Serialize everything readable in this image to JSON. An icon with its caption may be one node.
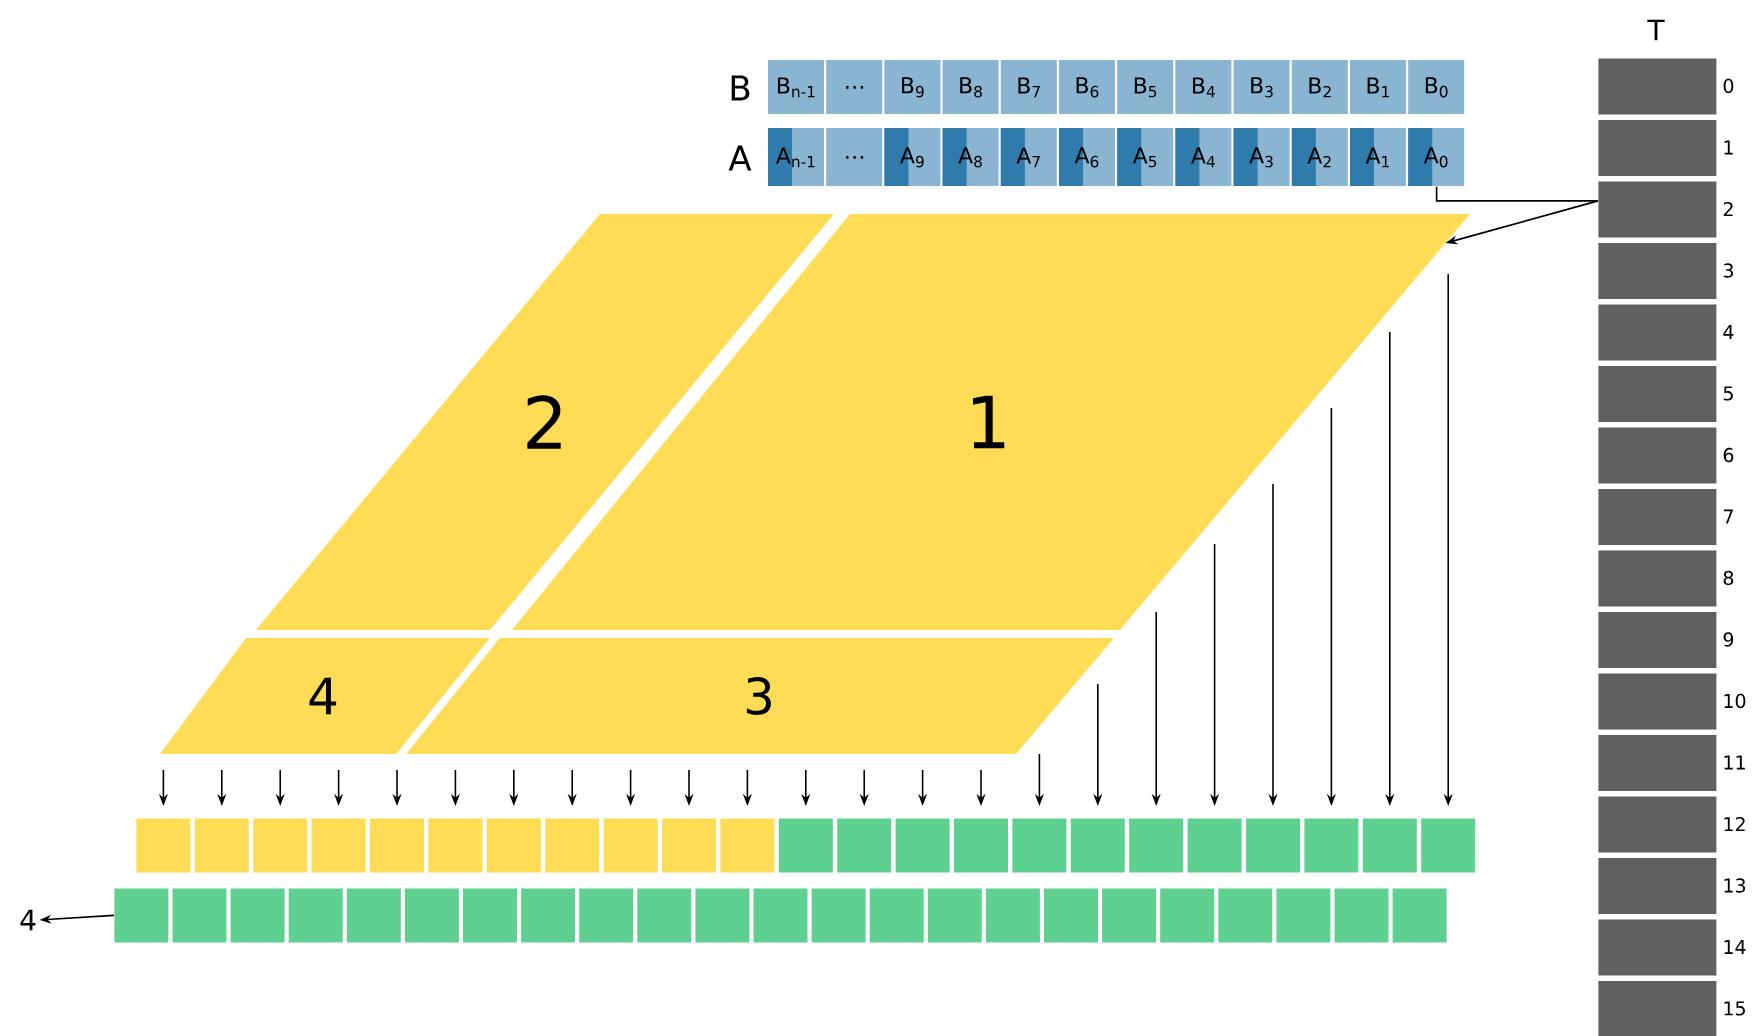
{
  "diagram": {
    "nodes": [
      {
        "text": [
          "B$_{n-1}$"
        ]
      },
      {
        "text": [
          "…"
        ]
      },
      {
        "text": [
          "B$_{9}$"
        ]
      },
      {
        "text": [
          "B$_{8}$"
        ]
      },
      {
        "text": [
          "B$_{7}$"
        ]
      },
      {
        "text": [
          "B$_{6}$"
        ]
      },
      {
        "text": [
          "B$_{5}$"
        ]
      },
      {
        "text": [
          "B$_{4}$"
        ]
      },
      {
        "text": [
          "B$_{3}$"
        ]
      },
      {
        "text": [
          "B$_{2}$"
        ]
      },
      {
        "text": [
          "B$_{1}$"
        ]
      },
      {
        "text": [
          "B$_{0}$"
        ]
      },
      {
        "text": [
          "A$_{n-1}$"
        ]
      },
      {
        "text": [
          "…"
        ]
      },
      {
        "text": [
          "A$_{9}$"
        ]
      },
      {
        "text": [
          "A$_{8}$"
        ]
      },
      {
        "text": [
          "A$_{7}$"
        ]
      },
      {
        "text": [
          "A$_{6}$"
        ]
      },
      {
        "text": [
          "A$_{5}$"
        ]
      },
      {
        "text": [
          "A$_{4}$"
        ]
      },
      {
        "text": [
          "A$_{3}$"
        ]
      },
      {
        "text": [
          "A$_{2}$"
        ]
      },
      {
        "text": [
          "A$_{1}$"
        ]
      },
      {
        "text": [
          "A$_{0}$"
        ]
      },
      {
        "text": [
          "2"
        ]
      },
      {
        "text": [
          "1"
        ]
      },
      {
        "text": [
          "4"
        ]
      },
      {
        "text": [
          "3"
        ]
      },
      {
        "text": [],
        "shape": "box",
        "beside": [
          "0"
        ]
      },
      {
        "text": [],
        "shape": "box",
        "beside": [
          "1"
        ]
      },
      {
        "text": [],
        "shape": "box",
        "beside": [
          "2"
        ]
      },
      {
        "text": [],
        "shape": "box",
        "beside": [
          "3"
        ]
      },
      {
        "text": [],
        "shape": "box",
        "beside": [
          "4"
        ]
      },
      {
        "text": [],
        "shape": "box",
        "beside": [
          "5"
        ]
      },
      {
        "text": [],
        "shape": "box",
        "beside": [
          "6"
        ]
      },
      {
        "text": [],
        "shape": "box",
        "beside": [
          "7"
        ]
      },
      {
        "text": [],
        "shape": "box",
        "beside": [
          "8"
        ]
      },
      {
        "text": [],
        "shape": "box",
        "beside": [
          "9"
        ]
      },
      {
        "text": [],
        "shape": "box",
        "beside": [
          "10"
        ]
      },
      {
        "text": [],
        "shape": "box",
        "beside": [
          "11"
        ]
      },
      {
        "text": [],
        "shape": "box",
        "beside": [
          "12"
        ]
      },
      {
        "text": [],
        "shape": "box",
        "beside": [
          "13"
        ]
      },
      {
        "text": [],
        "shape": "box",
        "beside": [
          "14"
        ]
      },
      {
        "text": [],
        "shape": "box",
        "beside": [
          "15"
        ]
      },
      {
        "text": [],
        "shape": "box"
      },
      {
        "text": [],
        "shape": "box"
      },
      {
        "text": [],
        "shape": "box"
      },
      {
        "text": [],
        "shape": "box"
      },
      {
        "text": [],
        "shape": "box"
      },
      {
        "text": [],
        "shape": "box"
      },
      {
        "text": [],
        "shape": "box"
      },
      {
        "text": [],
        "shape": "box"
      },
      {
        "text": [],
        "shape": "box"
      },
      {
        "text": [],
        "shape": "box"
      },
      {
        "text": [],
        "shape": "box"
      },
      {
        "text": [],
        "shape": "box"
      },
      {
        "text": [],
        "shape": "box"
      },
      {
        "text": [],
        "shape": "box"
      },
      {
        "text": [],
        "shape": "box"
      },
      {
        "text": [],
        "shape": "box"
      },
      {
        "text": [],
        "shape": "box"
      },
      {
        "text": [],
        "shape": "box"
      },
      {
        "text": [],
        "shape": "box"
      },
      {
        "text": [],
        "shape": "box"
      },
      {
        "text": [],
        "shape": "box"
      },
      {
        "text": [],
        "shape": "box"
      },
      {
        "text": [],
        "shape": "box"
      },
      {
        "text": [],
        "shape": "box"
      },
      {
        "text": [],
        "shape": "box"
      },
      {
        "text": [],
        "shape": "box"
      },
      {
        "text": [],
        "shape": "box"
      },
      {
        "text": [],
        "shape": "box"
      },
      {
        "text": [],
        "shape": "box"
      },
      {
        "text": [],
        "shape": "box"
      },
      {
        "text": [],
        "shape": "box"
      },
      {
        "text": [],
        "shape": "box"
      },
      {
        "text": [],
        "shape": "box"
      },
      {
        "text": [],
        "shape": "box"
      },
      {
        "text": [],
        "shape": "box"
      },
      {
        "text": [],
        "shape": "box"
      },
      {
        "text": [],
        "shape": "box"
      },
      {
        "text": [],
        "shape": "box"
      },
      {
        "text": [],
        "shape": "box"
      },
      {
        "text": [],
        "shape": "box"
      },
      {
        "text": [],
        "shape": "box"
      },
      {
        "text": [],
        "shape": "box"
      },
      {
        "text": [],
        "shape": "box"
      },
      {
        "text": [],
        "shape": "box"
      },
      {
        "text": [],
        "shape": "box"
      },
      {
        "text": [],
        "shape": "box"
      },
      {
        "text": [
          "4"
        ]
      }
    ],
    "edges": [
      {
        "from": 26,
        "to": 44,
        "arrow": "to"
      },
      {
        "from": 26,
        "to": 45,
        "arrow": "to"
      },
      {
        "from": 26,
        "to": 46,
        "arrow": "to"
      },
      {
        "from": 26,
        "to": 47,
        "arrow": "to"
      },
      {
        "from": 26,
        "to": 48,
        "arrow": "to"
      },
      {
        "from": 27,
        "to": 49,
        "arrow": "to"
      },
      {
        "from": 27,
        "to": 50,
        "arrow": "to"
      },
      {
        "from": 27,
        "to": 51,
        "arrow": "to"
      },
      {
        "from": 27,
        "to": 52,
        "arrow": "to"
      },
      {
        "from": 27,
        "to": 53,
        "arrow": "to"
      },
      {
        "from": 27,
        "to": 54,
        "arrow": "to"
      },
      {
        "from": 27,
        "to": 55,
        "arrow": "to"
      },
      {
        "from": 27,
        "to": 56,
        "arrow": "to"
      },
      {
        "from": 27,
        "to": 57,
        "arrow": "to"
      },
      {
        "from": 27,
        "to": 58,
        "arrow": "to"
      },
      {
        "from": 27,
        "to": 59,
        "arrow": "to"
      },
      {
        "from": 27,
        "to": 60,
        "arrow": "to"
      },
      {
        "from": 25,
        "to": 61,
        "arrow": "to"
      },
      {
        "from": 25,
        "to": 62,
        "arrow": "to"
      },
      {
        "from": 25,
        "to": 63,
        "arrow": "to"
      },
      {
        "from": 25,
        "to": 64,
        "arrow": "to"
      },
      {
        "from": 25,
        "to": 65,
        "arrow": "to"
      },
      {
        "from": 25,
        "to": 66,
        "arrow": "to"
      },
      {
        "from": 23,
        "to": 30,
        "arrow": "none"
      },
      {
        "from": 30,
        "to": 25,
        "arrow": "to"
      },
      {
        "from": 67,
        "to": 90,
        "arrow": "to"
      }
    ],
    "labels": [
      "T",
      "B",
      "A"
    ]
  }
}
